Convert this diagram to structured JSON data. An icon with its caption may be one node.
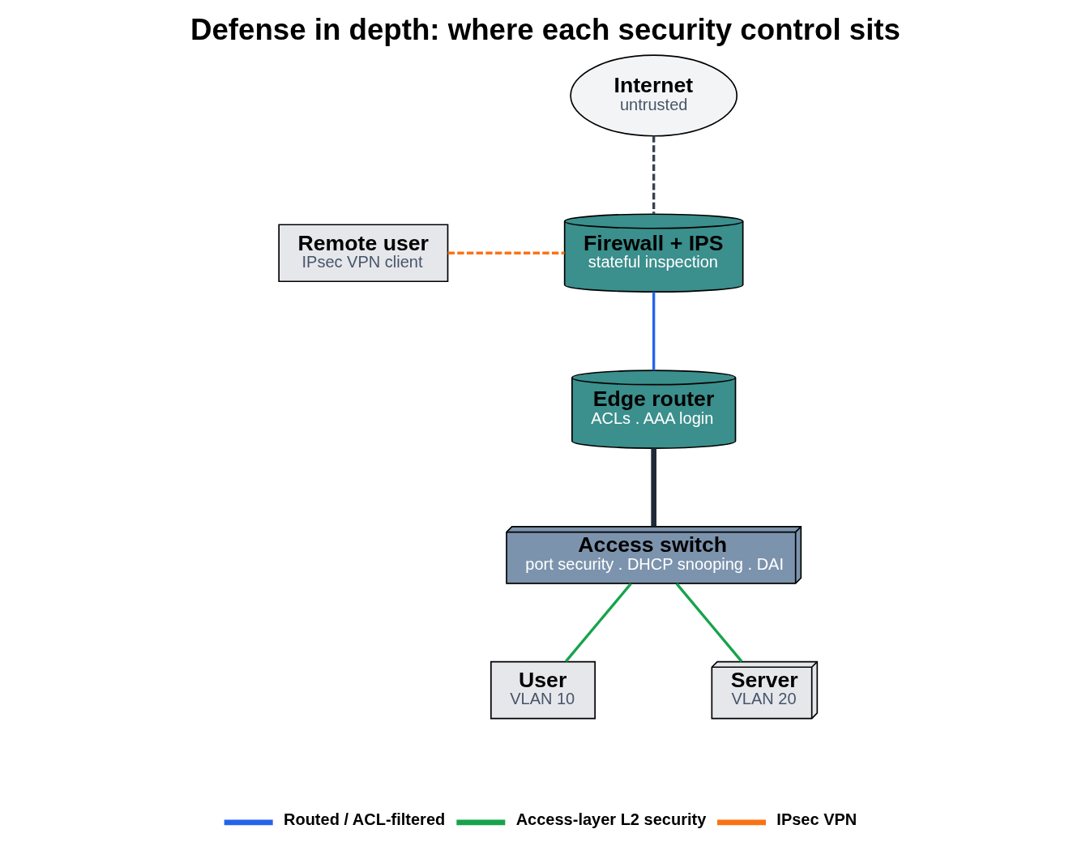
{
  "diagram": {
    "title": "Defense in depth: where each security control sits",
    "nodes": [
      {
        "text": [
          "Internet",
          "untrusted"
        ]
      },
      {
        "text": [
          "Remote user",
          "IPsec VPN client"
        ]
      },
      {
        "text": [
          "Firewall + IPS",
          "stateful inspection"
        ]
      },
      {
        "text": [
          "Edge router",
          "ACLs . AAA login"
        ]
      },
      {
        "text": [
          "Access switch",
          "port security . DHCP snooping . DAI"
        ]
      },
      {
        "text": [
          "User",
          "VLAN 10"
        ]
      },
      {
        "text": [
          "Server",
          "VLAN 20"
        ]
      }
    ],
    "edges": [
      {
        "from": 0,
        "to": 2,
        "arrow": "none",
        "style": "dashed",
        "color": "#374151"
      },
      {
        "from": 1,
        "to": 2,
        "arrow": "none",
        "style": "dashed",
        "color": "#f97316"
      },
      {
        "from": 2,
        "to": 3,
        "arrow": "none",
        "color": "#2563eb"
      },
      {
        "from": 3,
        "to": 4,
        "arrow": "none",
        "style": "thick",
        "color": "#1f2937"
      },
      {
        "from": 4,
        "to": 5,
        "arrow": "none",
        "color": "#16a34a"
      },
      {
        "from": 4,
        "to": 6,
        "arrow": "none",
        "color": "#16a34a"
      }
    ],
    "legend": [
      {
        "text": "Routed / ACL-filtered",
        "color": "#2563eb"
      },
      {
        "text": "Access-layer L2 security",
        "color": "#16a34a"
      },
      {
        "text": "IPsec VPN",
        "color": "#f97316"
      }
    ]
  }
}
